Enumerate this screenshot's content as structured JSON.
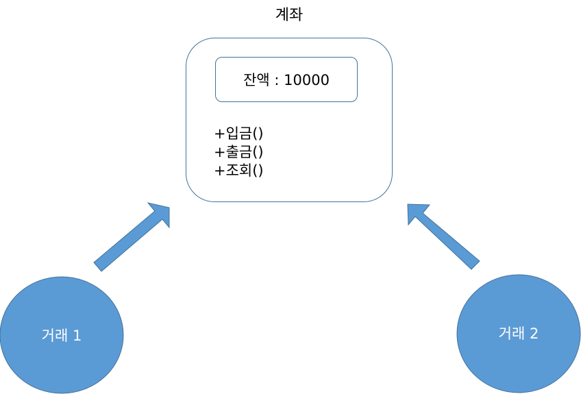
{
  "diagram": {
    "title": "계좌",
    "balance_label": "잔액 : 10000",
    "methods": [
      {
        "label": "+입금()"
      },
      {
        "label": "+출금()"
      },
      {
        "label": "+조회()"
      }
    ],
    "transactions": [
      {
        "label": "거래 1"
      },
      {
        "label": "거래 2"
      }
    ]
  },
  "colors": {
    "node_fill": "#5b9bd5",
    "node_stroke": "#41719c",
    "box_stroke": "#41719c"
  },
  "icons": {
    "arrow_left": "arrow-up-right-icon",
    "arrow_right": "arrow-up-left-icon"
  }
}
